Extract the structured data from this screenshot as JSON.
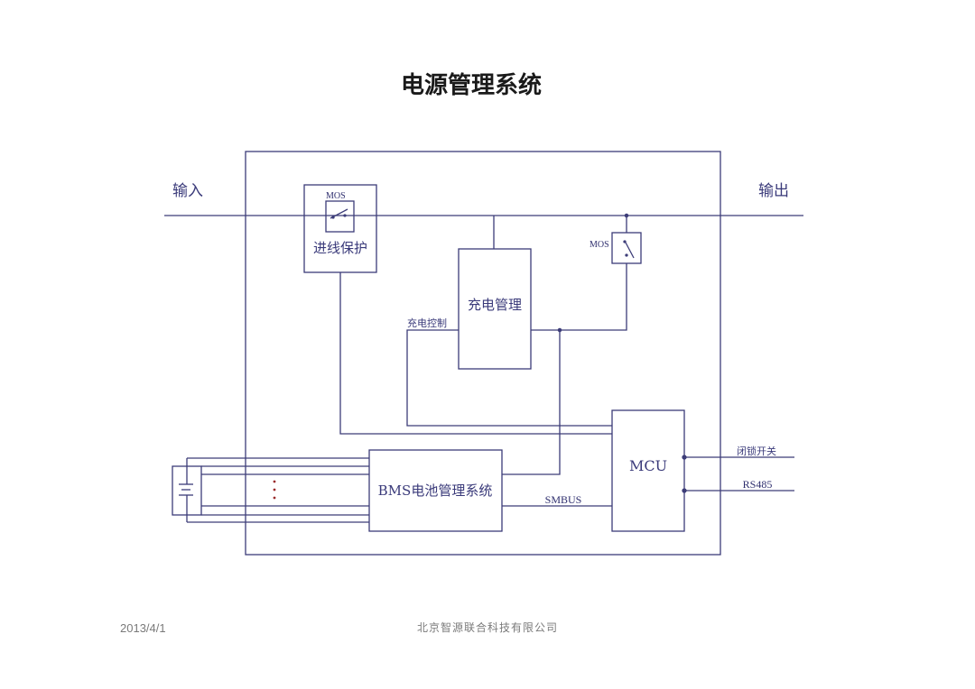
{
  "title": "电源管理系统",
  "io": {
    "input_label": "输入",
    "output_label": "输出"
  },
  "blocks": {
    "inlet_protection": {
      "label": "进线保护",
      "switch_label": "MOS"
    },
    "output_switch": {
      "switch_label": "MOS"
    },
    "charge_management": {
      "label": "充电管理"
    },
    "charge_control": {
      "label": "充电控制"
    },
    "bms": {
      "label": "BMS电池管理系统"
    },
    "mcu": {
      "label": "MCU"
    }
  },
  "signals": {
    "smbus": "SMBUS",
    "lock_switch": "闭锁开关",
    "rs485": "RS485"
  },
  "colors": {
    "line": "#3c3c78",
    "text": "#3a3a7a",
    "dots": "#9a2a2a",
    "footer": "#7a7a7a"
  },
  "footer": {
    "date": "2013/4/1",
    "company": "北京智源联合科技有限公司"
  }
}
